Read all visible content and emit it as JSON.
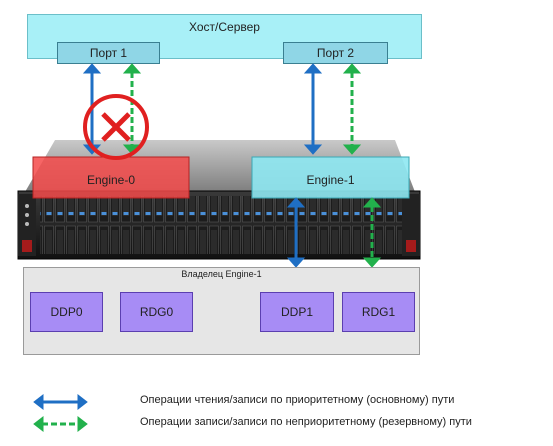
{
  "host": {
    "label": "Хост/Сервер"
  },
  "ports": [
    {
      "label": "Порт 1"
    },
    {
      "label": "Порт 2"
    }
  ],
  "engines": [
    {
      "label": "Engine-0",
      "state": "failed",
      "color": "#f44a4a"
    },
    {
      "label": "Engine-1",
      "state": "active",
      "color": "#8ee8f2"
    }
  ],
  "owner": {
    "label": "Владелец Engine-1"
  },
  "pools": [
    {
      "label": "DDP0"
    },
    {
      "label": "RDG0"
    },
    {
      "label": "DDP1"
    },
    {
      "label": "RDG1"
    }
  ],
  "legend": [
    {
      "label": "Операции чтения/записи по приоритетному (основному) пути",
      "color": "#1f6fc4",
      "style": "solid"
    },
    {
      "label": "Операции записи/записи по неприоритетному (резервному) пути",
      "color": "#22b14c",
      "style": "dashed"
    }
  ],
  "colors": {
    "primary_path": "#1f6fc4",
    "backup_path": "#22b14c",
    "failure": "#e02020"
  }
}
